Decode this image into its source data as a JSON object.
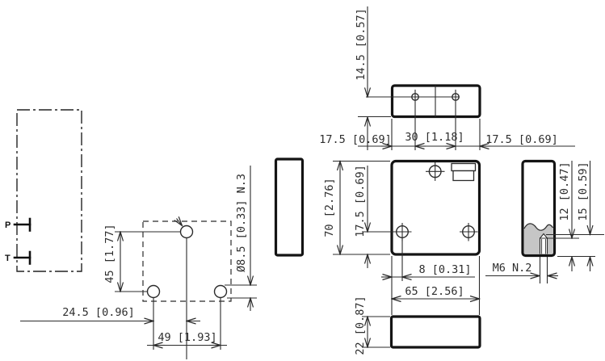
{
  "drawing": {
    "type": "engineering-dimension-drawing",
    "units": "mm [inch]",
    "labels": {
      "port_p": "P",
      "port_t": "T",
      "thread_note": "M6 N.2",
      "hole_callout": "Ø8.5 [0.33] N.3"
    },
    "dims": {
      "top_thickness": "14.5 [0.57]",
      "top_edge_left": "17.5 [0.69]",
      "top_hole_spacing": "30 [1.18]",
      "top_edge_right": "17.5 [0.69]",
      "front_height": "70 [2.76]",
      "front_hole_bottom": "17.5 [0.69]",
      "front_hole_left": "8 [0.31]",
      "front_width": "65 [2.56]",
      "thread_depth": "12 [0.47]",
      "drill_depth": "15 [0.59]",
      "body_thickness": "22 [0.87]",
      "pattern_vertical": "45 [1.77]",
      "pattern_offset": "24.5 [0.96]",
      "pattern_spacing": "49 [1.93]"
    },
    "colors": {
      "outline": "#141414",
      "line": "#2b2b2b",
      "section_gray": "#c6c6c6",
      "background": "#ffffff"
    }
  }
}
